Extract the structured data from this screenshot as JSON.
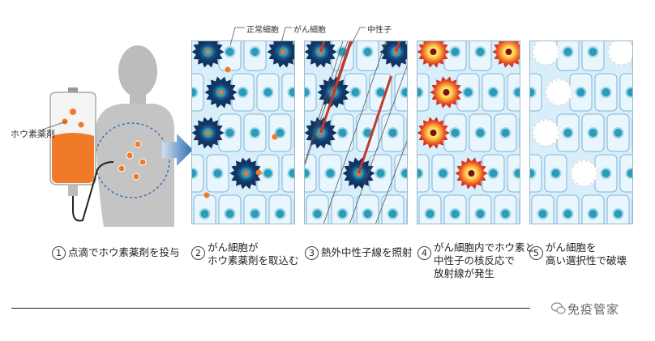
{
  "labels": {
    "drug": "ホウ素薬剤",
    "normal_cell": "正常細胞",
    "cancer_cell": "がん細胞",
    "neutron": "中性子"
  },
  "steps": [
    {
      "num": "1",
      "lines": [
        "点滴でホウ素薬剤を投与"
      ]
    },
    {
      "num": "2",
      "lines": [
        "がん細胞が",
        "ホウ素薬剤を取込む"
      ]
    },
    {
      "num": "3",
      "lines": [
        "熱外中性子線を照射"
      ]
    },
    {
      "num": "4",
      "lines": [
        "がん細胞内でホウ素と",
        "中性子の核反応で",
        "放射線が発生"
      ]
    },
    {
      "num": "5",
      "lines": [
        "がん細胞を",
        "高い選択性で破壊"
      ]
    }
  ],
  "watermark": "免疫管家",
  "colors": {
    "cell_bg": "#d8eefa",
    "cell_border": "#7fb4d8",
    "nucleus": "#2a9bb8",
    "cancer_dark": "#0d2e55",
    "boron": "#f07a28",
    "neutron_beam": "#c0392b",
    "arrow": "#2f6fb0"
  }
}
